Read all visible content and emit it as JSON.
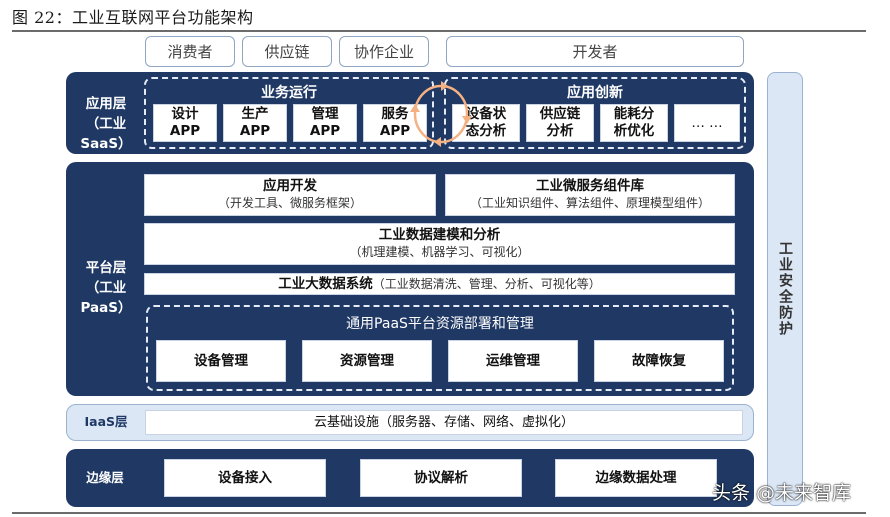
{
  "caption": "图 22：工业互联网平台功能架构",
  "stakeholders": [
    "消费者",
    "供应链",
    "协作企业",
    "开发者"
  ],
  "security": {
    "label": "工业安全防护"
  },
  "app_layer": {
    "label_line1": "应用层",
    "label_line2": "（工业SaaS）",
    "business_ops": {
      "title": "业务运行",
      "items": [
        {
          "line1": "设计",
          "line2": "APP"
        },
        {
          "line1": "生产",
          "line2": "APP"
        },
        {
          "line1": "管理",
          "line2": "APP"
        },
        {
          "line1": "服务",
          "line2": "APP"
        }
      ]
    },
    "app_innovation": {
      "title": "应用创新",
      "items": [
        {
          "line1": "设备状",
          "line2": "态分析"
        },
        {
          "line1": "供应链",
          "line2": "分析"
        },
        {
          "line1": "能耗分",
          "line2": "析优化"
        },
        {
          "line1": "… …",
          "line2": ""
        }
      ]
    },
    "cycle_icon": "cycle-arrows-icon",
    "cycle_color": "#f4b183"
  },
  "platform_layer": {
    "label_line1": "平台层",
    "label_line2": "（工业PaaS）",
    "app_dev": {
      "title": "应用开发",
      "sub": "（开发工具、微服务框架）"
    },
    "microservice": {
      "title": "工业微服务组件库",
      "sub": "（工业知识组件、算法组件、原理模型组件）"
    },
    "modeling": {
      "title": "工业数据建模和分析",
      "sub": "（机理建模、机器学习、可视化）"
    },
    "bigdata": {
      "title": "工业大数据系统",
      "sub": "（工业数据清洗、管理、分析、可视化等）"
    },
    "paas_mgmt": {
      "title": "通用PaaS平台资源部署和管理",
      "items": [
        "设备管理",
        "资源管理",
        "运维管理",
        "故障恢复"
      ]
    }
  },
  "iaas_layer": {
    "label": "IaaS层",
    "content": "云基础设施（服务器、存储、网络、虚拟化）"
  },
  "edge_layer": {
    "label": "边缘层",
    "items": [
      "设备接入",
      "协议解析",
      "边缘数据处理"
    ]
  },
  "watermark": "头条 @未来智库",
  "colors": {
    "dark_blue": "#1f3864",
    "light_blue": "#dbe7f5",
    "border_blue": "#9bb3d1",
    "accent_orange": "#f4b183"
  }
}
